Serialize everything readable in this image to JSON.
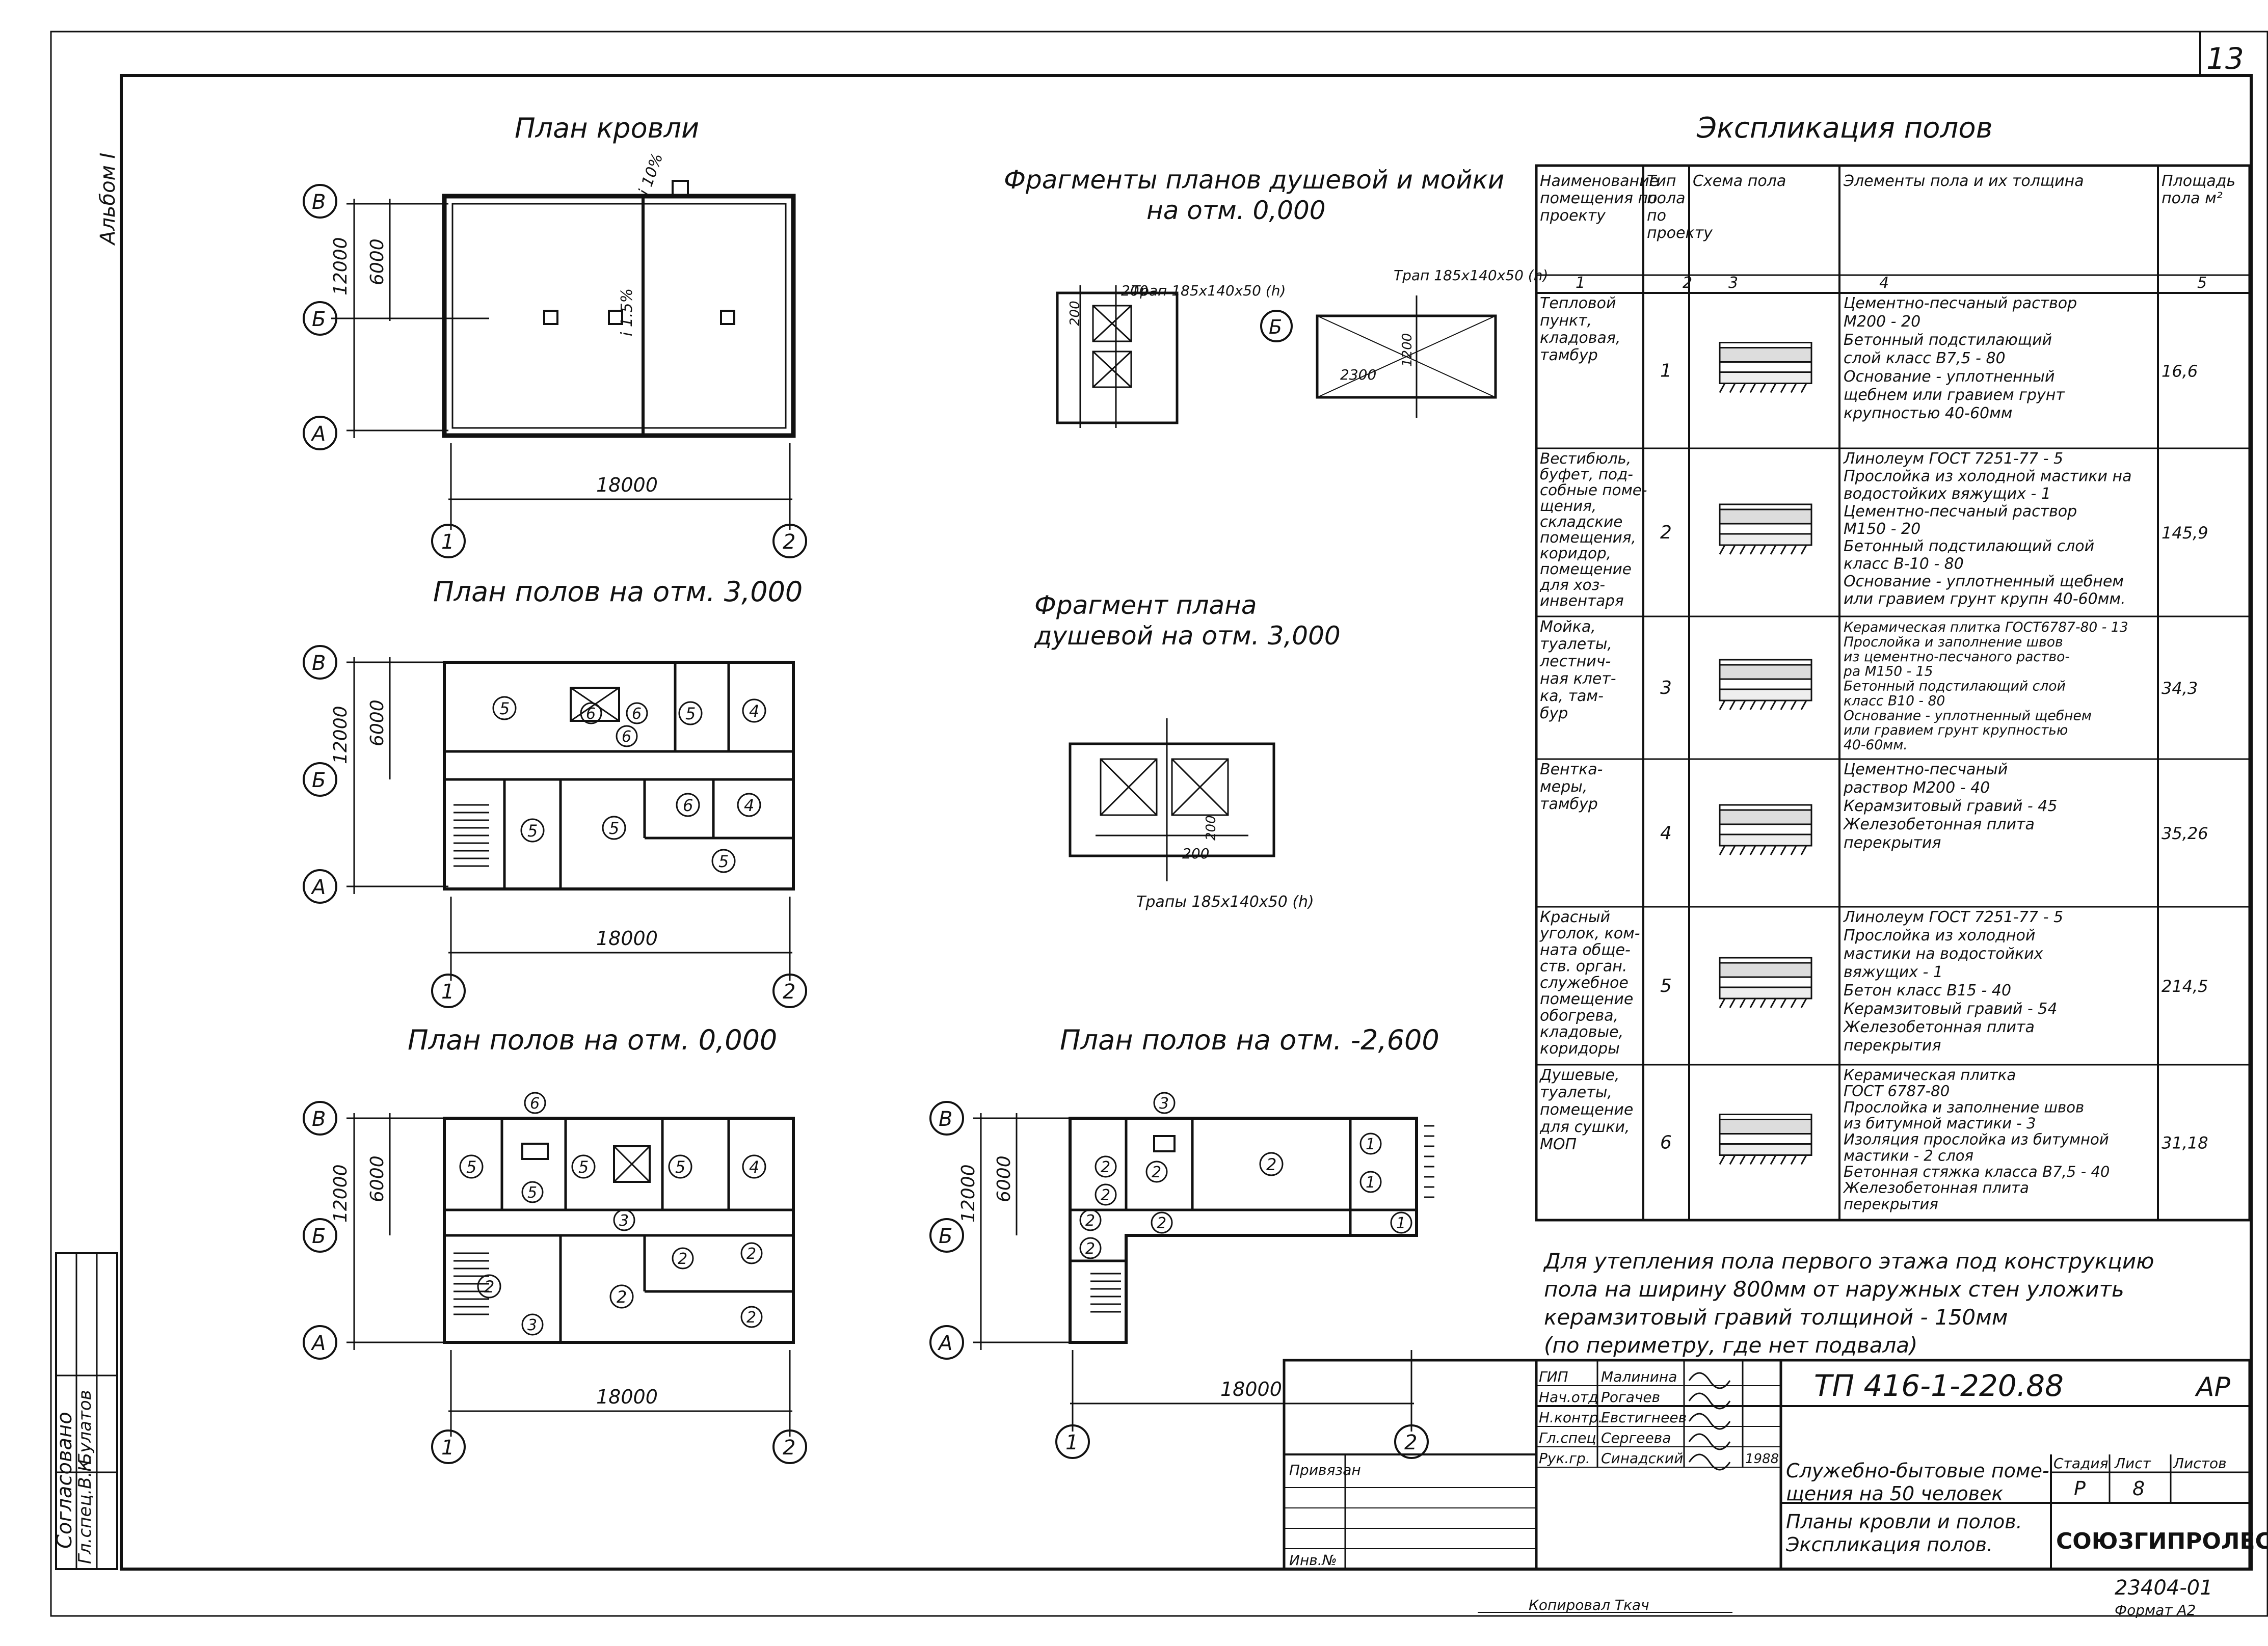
{
  "sheet_number": "13",
  "album": "Альбом I",
  "titles": {
    "roof": "План кровли",
    "floor3": "План полов на отм. 3,000",
    "floor0": "План полов на отм. 0,000",
    "floorm26": "План полов на отм. -2,600",
    "frag1_l1": "Фрагменты планов душевой и мойки",
    "frag1_l2": "на отм. 0,000",
    "frag2_l1": "Фрагмент плана",
    "frag2_l2": "душевой на отм. 3,000",
    "schedule": "Экспликация полов"
  },
  "roof": {
    "slope1": "i 10%",
    "slope2": "i 1.5%"
  },
  "dims": {
    "total_w": "18000",
    "total_h": "12000",
    "half_h": "6000"
  },
  "axes": {
    "a": "А",
    "b": "Б",
    "v": "В",
    "n1": "1",
    "n2": "2"
  },
  "frag": {
    "trap": "Трап 185х140х50 (h)",
    "traps": "Трапы 185х140х50 (h)",
    "d200": "200",
    "d1200": "1200",
    "d2300": "2300",
    "axis_b": "Б"
  },
  "table": {
    "headers": [
      "Наименование помещения по проекту",
      "Тип пола по проекту",
      "Схема пола",
      "Элементы пола и их толщина",
      "Площадь пола м²"
    ],
    "col_nums": [
      "1",
      "2",
      "3",
      "4",
      "5"
    ],
    "rows": [
      {
        "name": [
          "Тепловой",
          "пункт,",
          "кладовая,",
          "тамбур"
        ],
        "type": "1",
        "elements": [
          "Цементно-песчаный раствор",
          "М200 - 20",
          "Бетонный подстилающий",
          "слой класс В7,5 - 80",
          "Основание - уплотненный",
          "щебнем или гравием грунт",
          "крупностью 40-60мм"
        ],
        "area": "16,6"
      },
      {
        "name": [
          "Вестибюль,",
          "буфет, под-",
          "собные поме-",
          "щения,",
          "складские",
          "помещения,",
          "коридор,",
          "помещение",
          "для хоз-",
          "инвентаря"
        ],
        "type": "2",
        "elements": [
          "Линолеум ГОСТ 7251-77 - 5",
          "Прослойка из холодной мастики на",
          "водостойких вяжущих - 1",
          "Цементно-песчаный раствор",
          "М150 - 20",
          "Бетонный подстилающий слой",
          "класс В-10 - 80",
          "Основание - уплотненный щебнем",
          "или гравием грунт крупн 40-60мм."
        ],
        "area": "145,9"
      },
      {
        "name": [
          "Мойка,",
          "туалеты,",
          "лестнич-",
          "ная клет-",
          "ка, там-",
          "бур"
        ],
        "type": "3",
        "elements": [
          "Керамическая плитка ГОСТ6787-80 - 13",
          "Прослойка и заполнение швов",
          "из цементно-песчаного раство-",
          "ра М150 - 15",
          "Бетонный подстилающий слой",
          "класс В10 - 80",
          "Основание - уплотненный щебнем",
          "или гравием грунт крупностью",
          "40-60мм."
        ],
        "area": "34,3"
      },
      {
        "name": [
          "Венткa-",
          "меры,",
          "тамбур"
        ],
        "type": "4",
        "elements": [
          "Цементно-песчаный",
          "раствор М200 - 40",
          "Керамзитовый гравий - 45",
          "Железобетонная плита",
          "перекрытия"
        ],
        "area": "35,26"
      },
      {
        "name": [
          "Красный",
          "уголок, ком-",
          "ната обще-",
          "ств. орган.",
          "служебное",
          "помещение",
          "обогрева,",
          "кладовые,",
          "коридоры"
        ],
        "type": "5",
        "elements": [
          "Линолеум ГОСТ 7251-77 - 5",
          "Прослойка из холодной",
          "мастики на водостойких",
          "вяжущих - 1",
          "Бетон класс В15 - 40",
          "Керамзитовый гравий - 54",
          "Железобетонная плита",
          "перекрытия"
        ],
        "area": "214,5"
      },
      {
        "name": [
          "Душевые,",
          "туалеты,",
          "помещение",
          "для сушки,",
          "МОП"
        ],
        "type": "6",
        "elements": [
          "Керамическая плитка",
          "ГОСТ 6787-80",
          "Прослойка и заполнение швов",
          "из битумной мастики - 3",
          "Изоляция прослойка из битумной",
          "мастики - 2 слоя",
          "Бетонная стяжка класса В7,5 - 40",
          "Железобетонная плита",
          "перекрытия"
        ],
        "area": "31,18"
      }
    ]
  },
  "note": [
    "Для утепления пола первого этажа под конструкцию",
    "пола на ширину 800мм от наружных стен уложить",
    "керамзитовый гравий толщиной - 150мм",
    "(по периметру, где нет подвала)"
  ],
  "stamp": {
    "code": "ТП 416-1-220.88",
    "mark": "АР",
    "roles": [
      "ГИП",
      "Нач.отд",
      "Н.контр.",
      "Гл.спец",
      "Рук.гр."
    ],
    "names": [
      "Малинина",
      "Рогачев",
      "Евстигнеев",
      "Сергеева",
      "Синадский"
    ],
    "year": "1988",
    "title_l1": "Служебно-бытовые поме-",
    "title_l2": "щения на 50 человек",
    "sheet_title_l1": "Планы кровли и полов.",
    "sheet_title_l2": "Экспликация полов.",
    "stage_h": "Стадия",
    "sheet_h": "Лист",
    "sheets_h": "Листов",
    "stage": "Р",
    "sheet": "8",
    "org": "СОЮЗГИПРОЛЕСХОЗ",
    "privyazan": "Привязан",
    "inv": "Инв.№",
    "inv_num": "23404-01",
    "format": "Формат А2",
    "copied": "Копировал Ткач"
  },
  "left_strip": {
    "agreed": "Согласовано",
    "chief": "Гл.спец.В.К.",
    "name": "Булатов"
  }
}
